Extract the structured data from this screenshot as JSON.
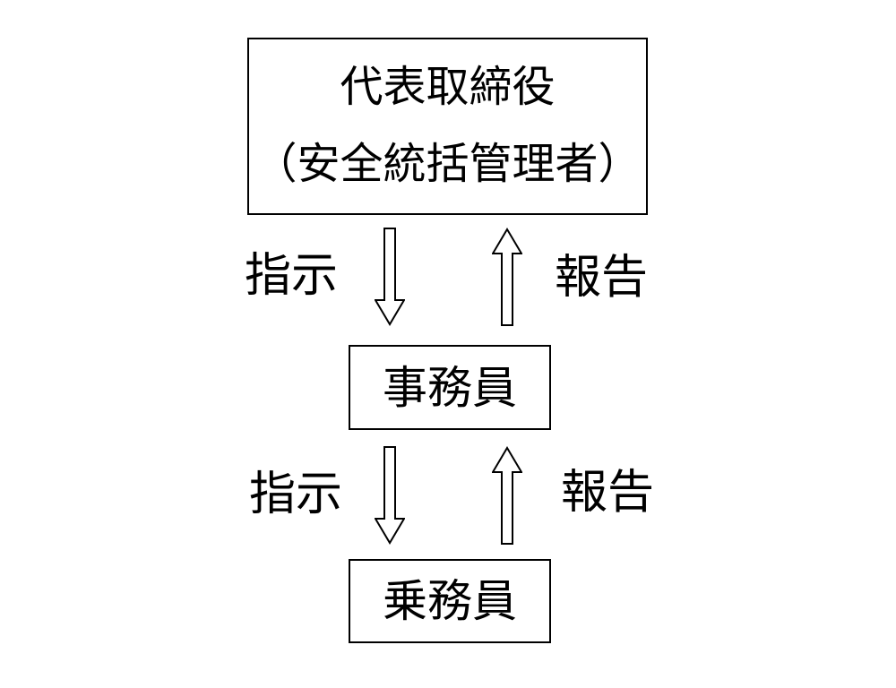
{
  "diagram": {
    "type": "org-flow-chart",
    "background_color": "#ffffff",
    "line_color": "#000000",
    "text_color": "#000000",
    "arrow_fill": "#ffffff",
    "nodes": [
      {
        "id": "representative-director",
        "lines": [
          "代表取締役",
          "（安全統括管理者）"
        ]
      },
      {
        "id": "clerk",
        "label": "事務員"
      },
      {
        "id": "crew",
        "label": "乗務員"
      }
    ],
    "edges": [
      {
        "from": "representative-director",
        "to": "clerk",
        "direction": "down",
        "label": "指示"
      },
      {
        "from": "clerk",
        "to": "representative-director",
        "direction": "up",
        "label": "報告"
      },
      {
        "from": "clerk",
        "to": "crew",
        "direction": "down",
        "label": "指示"
      },
      {
        "from": "crew",
        "to": "clerk",
        "direction": "up",
        "label": "報告"
      }
    ]
  }
}
